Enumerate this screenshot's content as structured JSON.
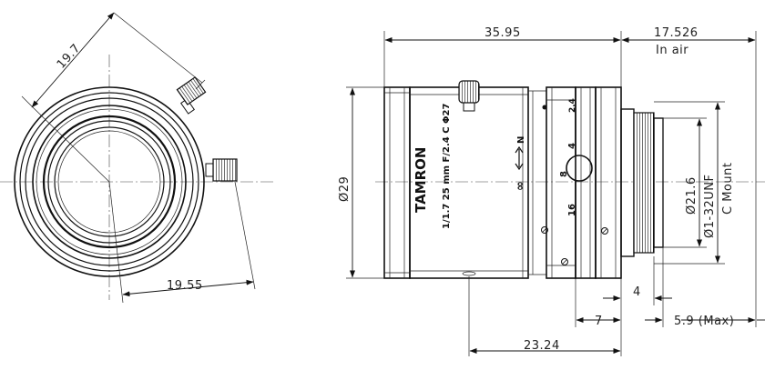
{
  "front_view": {
    "dimensions": {
      "diagonal": "19.7",
      "bottom": "19.55"
    }
  },
  "side_view": {
    "dimensions": {
      "overall_length": "35.95",
      "back_focus": "17.526",
      "back_focus_note": "In air",
      "diameter": "Ø29",
      "inner_diameter": "Ø21.6",
      "mount_thread": "Ø1-32UNF",
      "mount_type": "C Mount",
      "to_focus_ring": "23.24",
      "ring_width": "7",
      "flange": "4",
      "max_protrusion": "5.9 (Max)"
    },
    "barrel_text": {
      "brand": "TAMRON",
      "spec": "1/1.7 25 mm F/2.4 C Φ27"
    },
    "scale_marks": {
      "near": "N",
      "infinity": "∞",
      "f_numbers": [
        "16",
        "8",
        "4",
        "2.4"
      ]
    }
  }
}
